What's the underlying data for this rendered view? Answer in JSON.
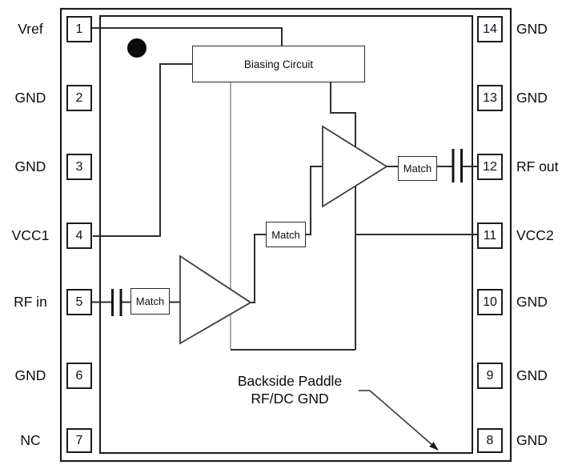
{
  "diagram": {
    "type": "ic-functional-block-pinout",
    "package_pins": 14
  },
  "pins": {
    "left": [
      {
        "number": "1",
        "label": "Vref"
      },
      {
        "number": "2",
        "label": "GND"
      },
      {
        "number": "3",
        "label": "GND"
      },
      {
        "number": "4",
        "label": "VCC1"
      },
      {
        "number": "5",
        "label": "RF in"
      },
      {
        "number": "6",
        "label": "GND"
      },
      {
        "number": "7",
        "label": "NC"
      }
    ],
    "right": [
      {
        "number": "14",
        "label": "GND"
      },
      {
        "number": "13",
        "label": "GND"
      },
      {
        "number": "12",
        "label": "RF out"
      },
      {
        "number": "11",
        "label": "VCC2"
      },
      {
        "number": "10",
        "label": "GND"
      },
      {
        "number": "9",
        "label": "GND"
      },
      {
        "number": "8",
        "label": "GND"
      }
    ]
  },
  "blocks": {
    "biasing_label": "Biasing Circuit",
    "match_label": "Match",
    "amplifier_count": 2,
    "capacitor_count": 2
  },
  "annotation": {
    "line1": "Backside Paddle",
    "line2": "RF/DC GND"
  },
  "colors": {
    "ink": "#1c1c1c",
    "wire": "#2e2e2e",
    "bias_wire_gray": "#ababab",
    "background": "#ffffff"
  }
}
